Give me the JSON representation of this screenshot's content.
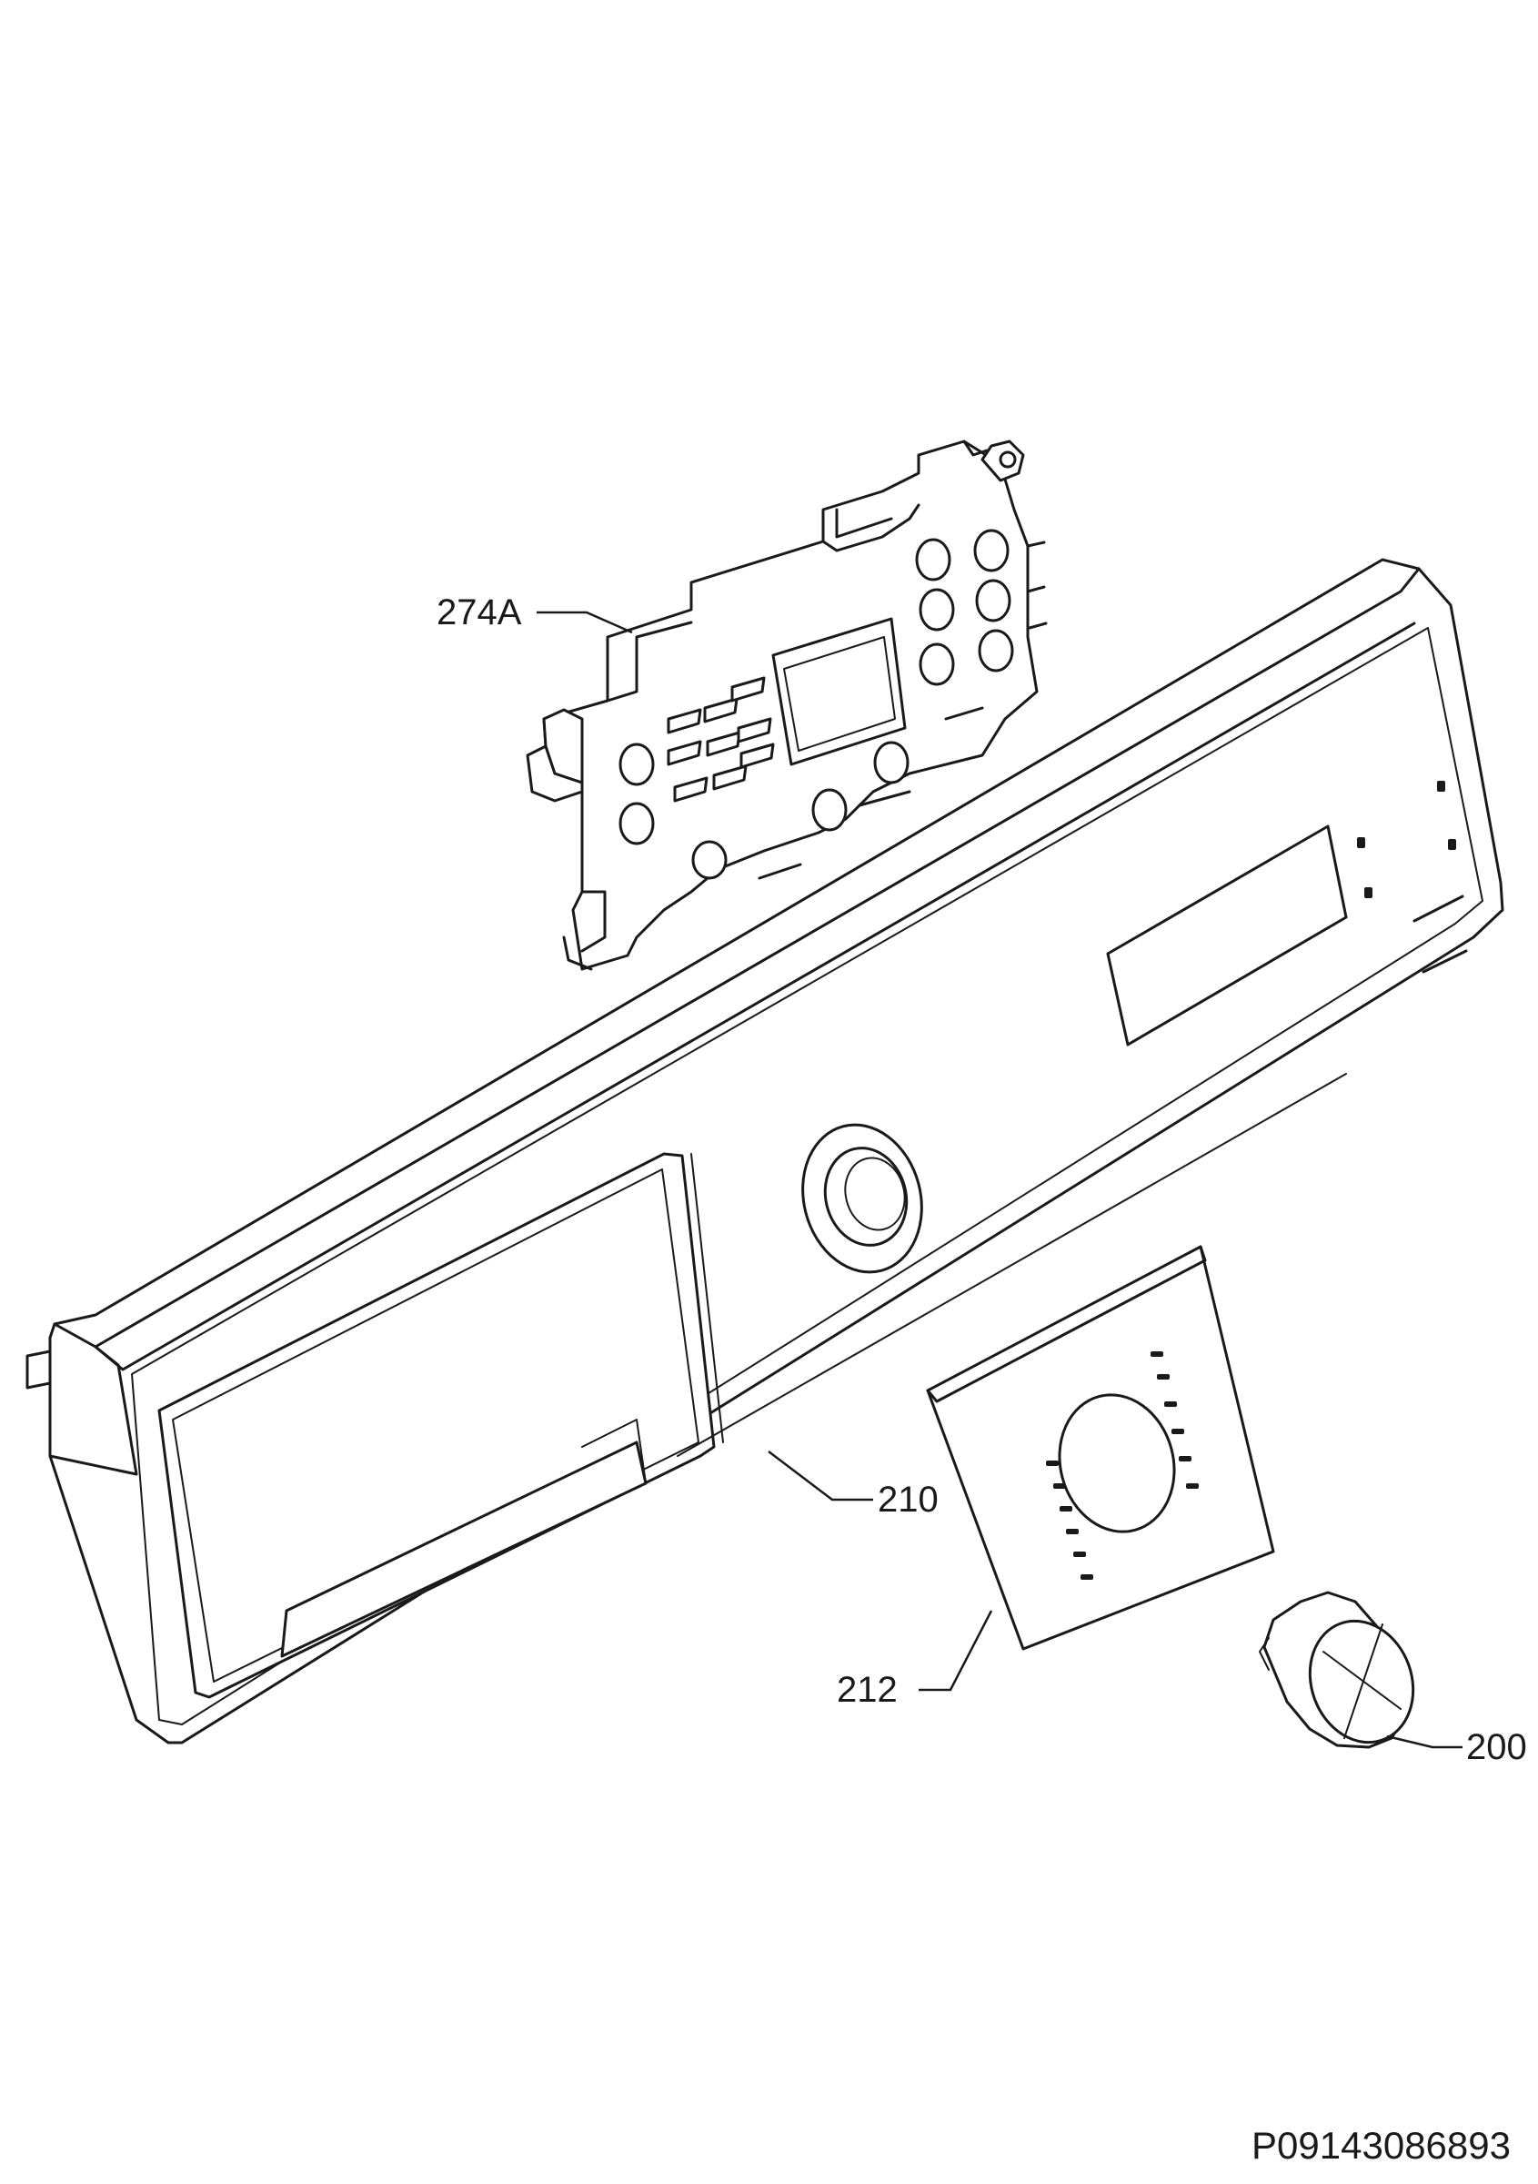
{
  "callouts": [
    {
      "id": "pcb-support",
      "label": "274A"
    },
    {
      "id": "control-panel",
      "label": "210"
    },
    {
      "id": "panel-overlay",
      "label": "212"
    },
    {
      "id": "selector-knob",
      "label": "200"
    }
  ],
  "diagram_code": "P09143086893"
}
